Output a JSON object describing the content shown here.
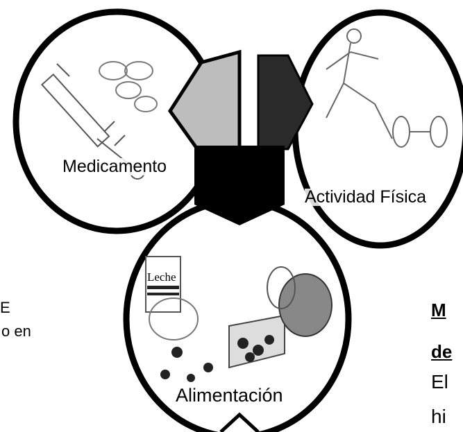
{
  "diagram": {
    "circles": [
      {
        "id": "medicamento",
        "label": "Medicamento",
        "icon": "syringe-and-pills-icon"
      },
      {
        "id": "actividad",
        "label": "Actividad Física",
        "icon": "runner-and-dumbbell-icon"
      },
      {
        "id": "alimentacion",
        "label": "Alimentación",
        "icon": "food-illustration-icon",
        "food_label": "Leche"
      }
    ],
    "colors": {
      "outline": "#000000",
      "left_arrow": "#bdbdbd",
      "right_arrow": "#2a2a2a",
      "center_shape": "#000000"
    }
  },
  "side_text": {
    "left_fragment_1": "E",
    "left_fragment_2": "o en",
    "right_fragment_1": "M",
    "right_fragment_2": "de",
    "right_fragment_3": "El",
    "right_fragment_4": "hi"
  }
}
